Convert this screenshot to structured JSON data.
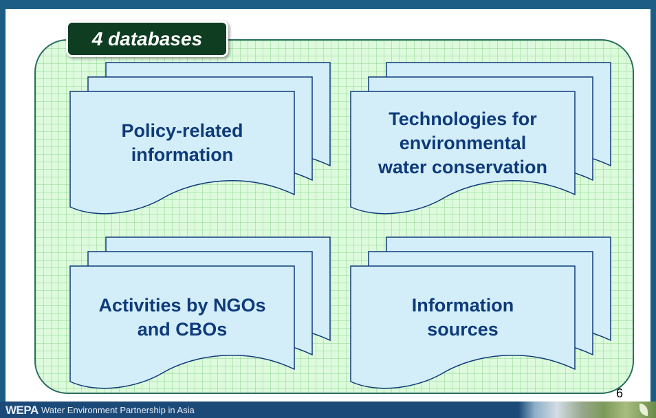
{
  "title_tab": "4 databases",
  "databases": [
    {
      "lines": [
        "Policy-related",
        "information"
      ]
    },
    {
      "lines": [
        "Technologies for",
        "environmental",
        "water conservation"
      ]
    },
    {
      "lines": [
        "Activities by NGOs",
        "and CBOs"
      ]
    },
    {
      "lines": [
        "Information",
        "sources"
      ]
    }
  ],
  "page_number": "6",
  "footer": {
    "logo": "WEPA",
    "tagline": "Water Environment Partnership in Asia"
  },
  "colors": {
    "border_blue": "#1c5d86",
    "panel_green": "#ddfadd",
    "doc_fill": "#d3eef9",
    "text_navy": "#0e3a7a",
    "tab_green": "#0f3d22"
  }
}
